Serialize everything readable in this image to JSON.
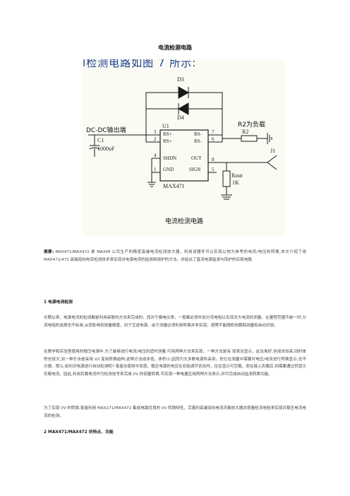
{
  "doc": {
    "title": "电流检测电路",
    "figure": {
      "header_text": "l检测电路如图 7 所示:",
      "labels": {
        "d3": "D3",
        "d4": "D4",
        "u1": "U1",
        "dcdc": "DC-DC输出端",
        "r2_to_load": "R2为负载",
        "r2": "R2",
        "c1": "C1",
        "c1_val": "1000uF",
        "j1": "J1",
        "pin3": "3",
        "pin2": "2",
        "pin4": "4",
        "pin1": "1",
        "pin7": "7",
        "pin6": "6",
        "pin8": "8",
        "pin5": "5",
        "rsp1": "RS+",
        "rsp2": "RS+",
        "rsm1": "RS-",
        "rsm2": "RS-",
        "shdn": "SHDN",
        "out": "OUT",
        "gnd": "GND",
        "sign": "SIGN",
        "chip": "MAX471",
        "rout": "Rout",
        "rout_val": "1K",
        "caption": "电流检测电路"
      }
    },
    "abstract_label": "摘要:",
    "abstract": "MAX471/MAX472 是 MAXIM 公司生产的精密高端电流检测放大器，利用该器件可以实现以地为参考的电流/电压的转换,本文介绍了用 MAX471/472 高端双向电流检测技术来实现对电源电流的监测和保护的方法，并给出了直流电源监测与保护的实现电路",
    "section1_heading": "1  电源电流检测",
    "section1_p1": "长期以来，电源电流的检测都是利用串联的方法来完成的。而对于偏电仪表，一般都必须外加分流电阻以实现对大电流的测量。在量程范围不统一时,分流电阻的选择也不标准,从而影响到测量精度，对于互送电源，由于测量必须利用转换并非实现，按照不能随机地跟踪测量和自动识别。",
    "section1_p2": "在教学和实验室使用的稳压电源中,为了能够进行电流/电压的适时测量,可用两种方法来实现，一种方法是采 双表法显示，此法虽好,但成本较高,同时体积也较大;另一种方法是采用 V/I 变用转换结构,这种方法成本低，体积小,因而为大多数电源所采用，但它在测量中需要对电压/电流进行转换显示,也不方便。那么,如何对电源进行自动检测呢? 笔者在使用中发现，稳压电源的电压在初始调节状态时，往往显示可空载，而在接入负载后,则需要通过转显示负载电流，因此,利用负载电流作为检测信号来完成 I/V 的调量转换,可实现一种电量应用两种方法表示,并可完成自动监测转换功能。",
    "section1_p3": "为了实现 I/V 的转换,笔者利用 MAX271/MAX472 集成电路优良的 I/V 转换特性，完善的高端双向电流灵敏放大器并按量检流电阻来实现对稳压电流电流的检测。",
    "section2_heading": "2 MAX471/MAX472 的特点、功能"
  }
}
